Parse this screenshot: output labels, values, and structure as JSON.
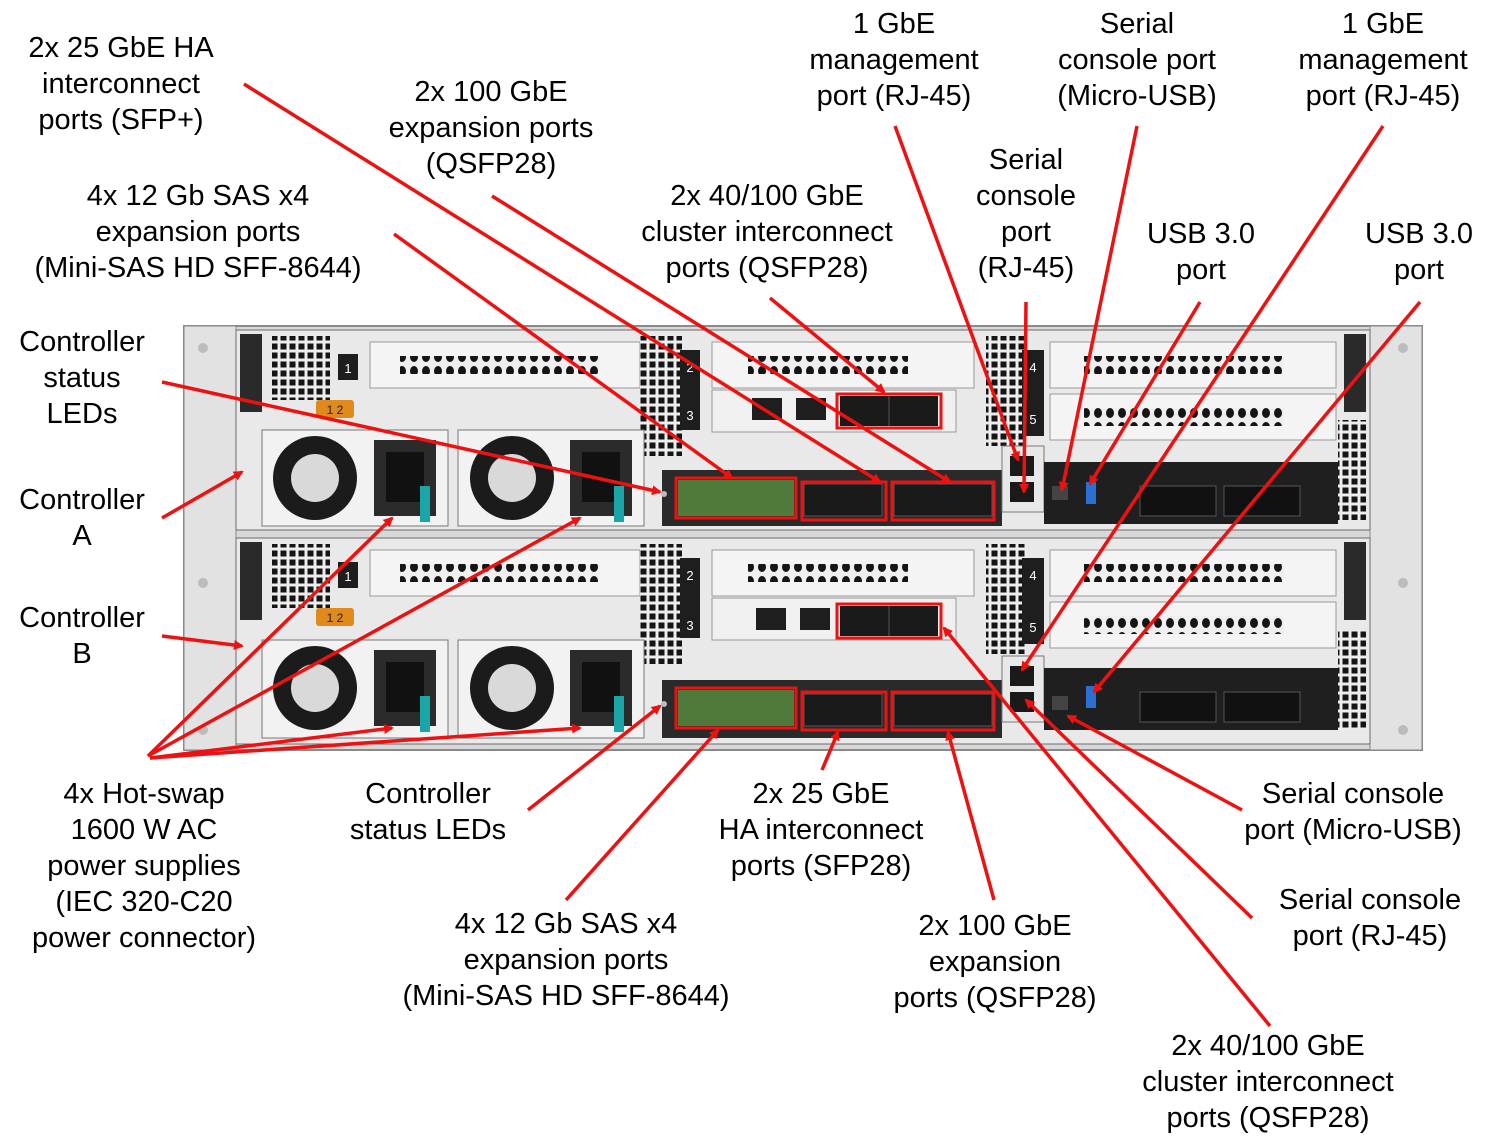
{
  "colors": {
    "callout_line": "#ee1111",
    "chassis": "#e6e6e6",
    "chassis_edge": "#6b6b6b",
    "port_dark": "#1a1a1a",
    "port_green": "#4f7a3a",
    "latch_teal": "#1aa6a6",
    "led_orange": "#e08a1e"
  },
  "slot_labels": {
    "a": [
      "1",
      "2",
      "3",
      "4",
      "5"
    ],
    "b": [
      "1",
      "2",
      "3",
      "4",
      "5"
    ]
  },
  "badges": {
    "led_a": "1 2",
    "led_b": "1 2"
  },
  "callouts": {
    "ha_sfp_top": "2x 25 GbE HA\ninterconnect\nports (SFP+)",
    "exp100_top": "2x 100 GbE\nexpansion ports\n(QSFP28)",
    "mgmt_top_1": "1 GbE\nmanagement\nport (RJ-45)",
    "serial_usb_top": "Serial\nconsole port\n(Micro-USB)",
    "mgmt_top_2": "1 GbE\nmanagement\nport (RJ-45)",
    "sas_top": "4x 12 Gb SAS x4\nexpansion ports\n(Mini-SAS HD SFF-8644)",
    "cluster_top": "2x 40/100 GbE\ncluster interconnect\nports (QSFP28)",
    "serial_rj45_top": "Serial\nconsole\nport\n(RJ-45)",
    "usb_top_1": "USB 3.0\nport",
    "usb_top_2": "USB 3.0\nport",
    "ctrl_leds_left": "Controller\nstatus\nLEDs",
    "controller_a": "Controller\nA",
    "controller_b": "Controller\nB",
    "psu": "4x Hot-swap\n1600 W AC\npower supplies\n(IEC 320-C20\npower connector)",
    "ctrl_leds_bottom": "Controller\nstatus LEDs",
    "sas_bottom": "4x 12 Gb SAS x4\nexpansion ports\n(Mini-SAS HD SFF-8644)",
    "ha_sfp28_bottom": "2x 25 GbE\nHA interconnect\nports (SFP28)",
    "exp100_bottom": "2x 100 GbE\nexpansion\nports (QSFP28)",
    "cluster_bottom": "2x 40/100 GbE\ncluster interconnect\nports (QSFP28)",
    "serial_usb_right": "Serial console\nport (Micro-USB)",
    "serial_rj45_right": "Serial console\nport (RJ-45)"
  }
}
